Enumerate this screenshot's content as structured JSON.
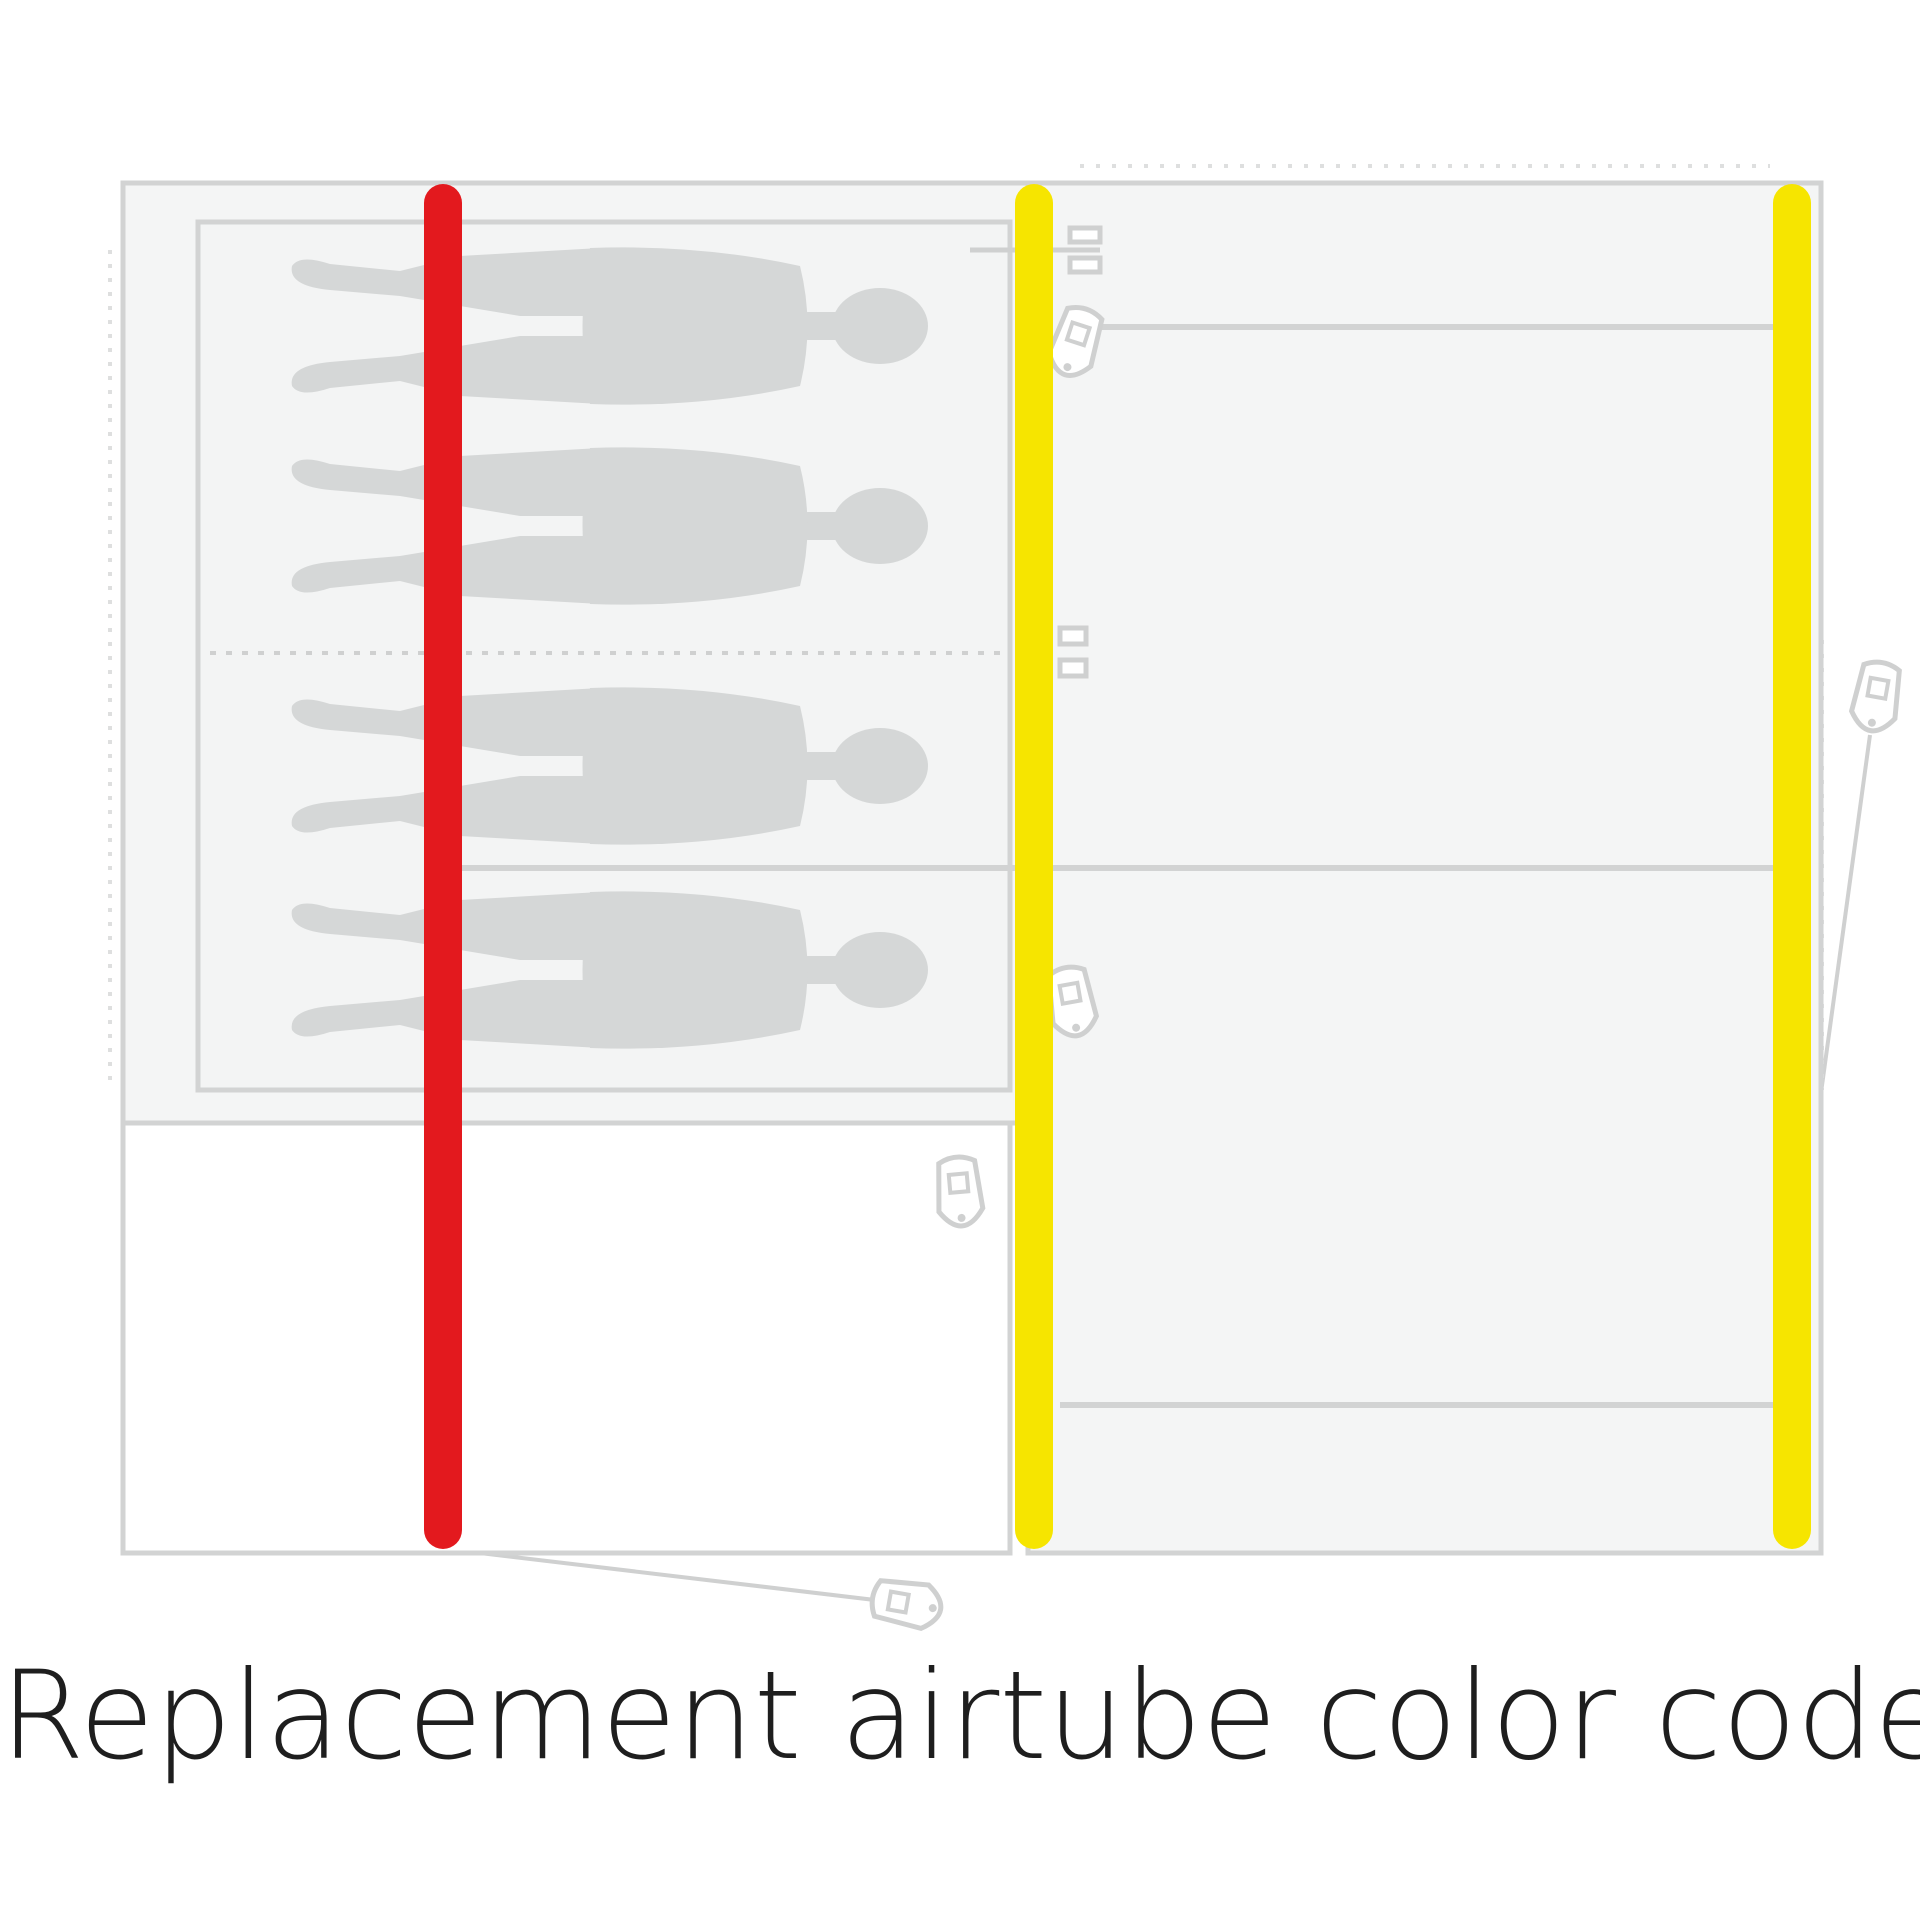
{
  "caption": "Replacement airtube color codes",
  "colors": {
    "background": "#ffffff",
    "panel": "#f4f5f5",
    "outline": "#d2d3d3",
    "silhouette": "#d5d7d7",
    "airtube_red": "#e3191e",
    "airtube_yellow": "#f6e500"
  },
  "airtubes": [
    {
      "id": "airtube-red",
      "color": "red"
    },
    {
      "id": "airtube-yellow-middle",
      "color": "yellow"
    },
    {
      "id": "airtube-yellow-right",
      "color": "yellow"
    }
  ],
  "sleepers": 4,
  "icons": [
    "person-silhouette-icon",
    "guy-line-peg-icon",
    "door-toggle-icon"
  ]
}
